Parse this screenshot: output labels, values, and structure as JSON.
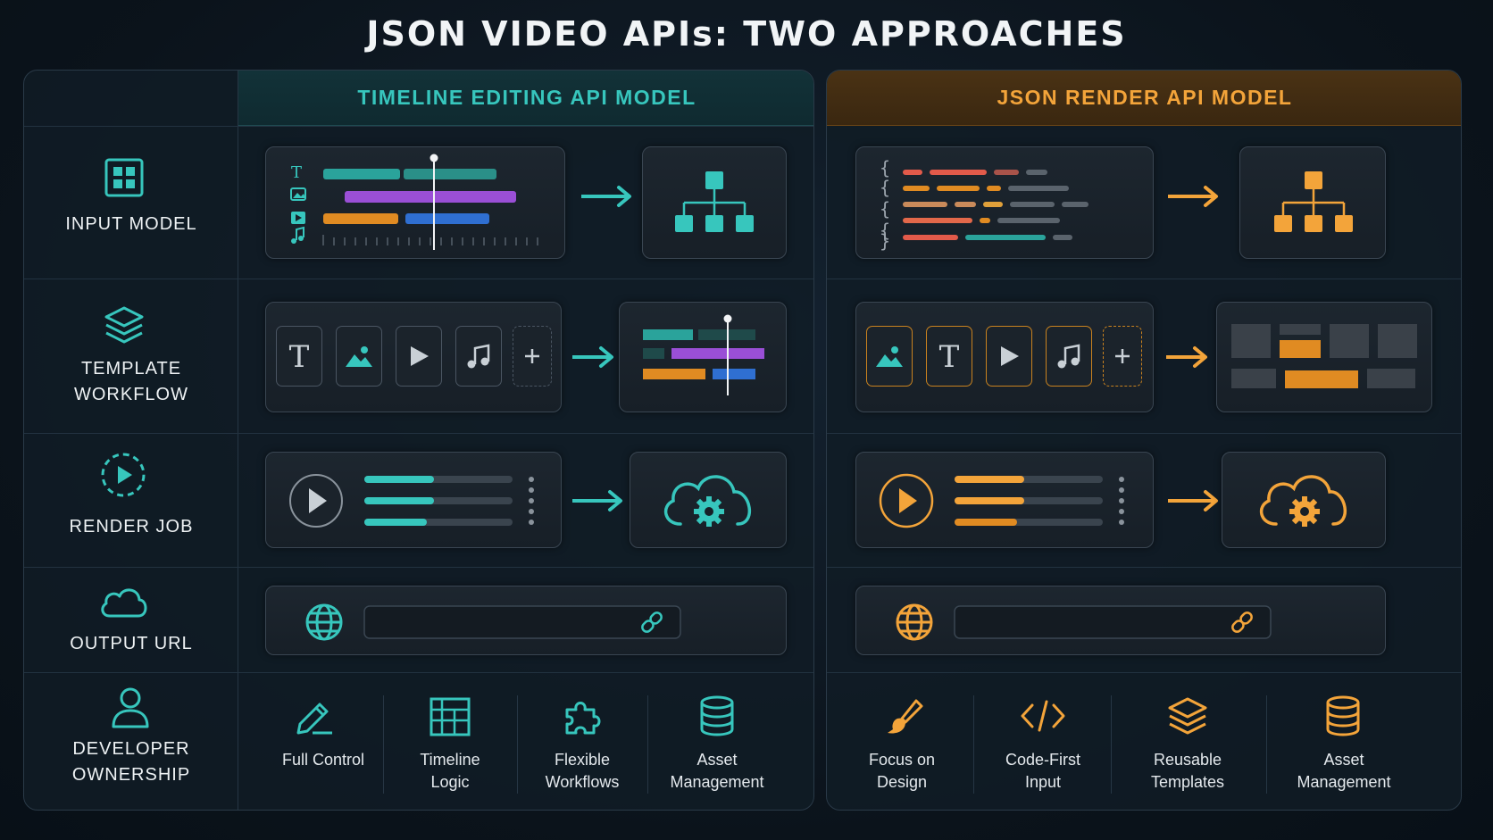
{
  "title": "JSON VIDEO APIs: TWO APPROACHES",
  "columns": {
    "left": "TIMELINE EDITING API MODEL",
    "right": "JSON RENDER API MODEL"
  },
  "rows": [
    {
      "line1": "INPUT MODEL",
      "line2": ""
    },
    {
      "line1": "TEMPLATE",
      "line2": "WORKFLOW"
    },
    {
      "line1": "RENDER JOB",
      "line2": ""
    },
    {
      "line1": "OUTPUT URL",
      "line2": ""
    },
    {
      "line1": "DEVELOPER",
      "line2": "OWNERSHIP"
    }
  ],
  "features_left": [
    {
      "line1": "Full Control",
      "line2": ""
    },
    {
      "line1": "Timeline",
      "line2": "Logic"
    },
    {
      "line1": "Flexible",
      "line2": "Workflows"
    },
    {
      "line1": "Asset",
      "line2": "Management"
    }
  ],
  "features_right": [
    {
      "line1": "Focus on",
      "line2": "Design"
    },
    {
      "line1": "Code-First",
      "line2": "Input"
    },
    {
      "line1": "Reusable",
      "line2": "Templates"
    },
    {
      "line1": "Asset",
      "line2": "Management"
    }
  ],
  "colors": {
    "teal": "#37c6bd",
    "orange": "#f3a43a",
    "purple": "#9a4fd6",
    "blue": "#2f6fd1",
    "red": "#e25a4a"
  }
}
